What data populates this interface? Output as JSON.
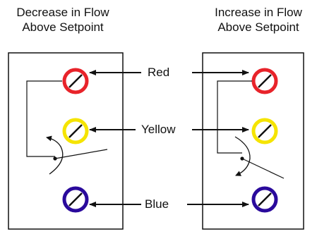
{
  "left_panel": {
    "title_line1": "Decrease in Flow",
    "title_line2": "Above Setpoint"
  },
  "right_panel": {
    "title_line1": "Increase in Flow",
    "title_line2": "Above Setpoint"
  },
  "labels": {
    "red": "Red",
    "yellow": "Yellow",
    "blue": "Blue"
  },
  "colors": {
    "red": "#e8232a",
    "yellow": "#f5e400",
    "blue": "#2a0a9c",
    "line": "#111111"
  }
}
